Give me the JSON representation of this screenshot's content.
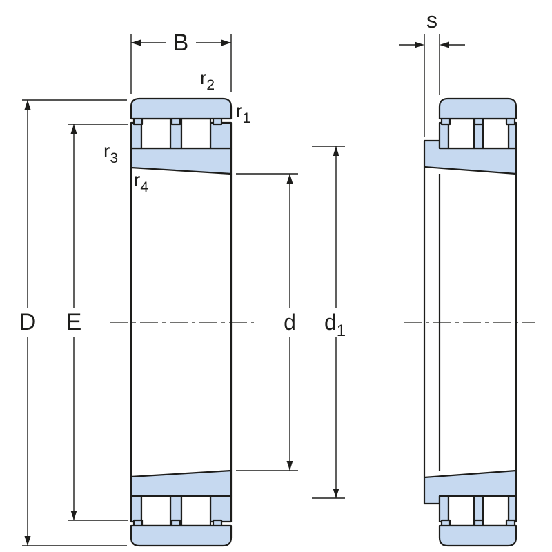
{
  "diagram": {
    "background": "#ffffff",
    "line_color": "#1d1d1b",
    "fill_color": "#c6d9f0",
    "labels": {
      "B": "B",
      "s": "s",
      "D": "D",
      "E": "E",
      "d": "d",
      "d1": {
        "base": "d",
        "sub": "1"
      },
      "r1": {
        "base": "r",
        "sub": "1"
      },
      "r2": {
        "base": "r",
        "sub": "2"
      },
      "r3": {
        "base": "r",
        "sub": "3"
      },
      "r4": {
        "base": "r",
        "sub": "4"
      }
    }
  }
}
